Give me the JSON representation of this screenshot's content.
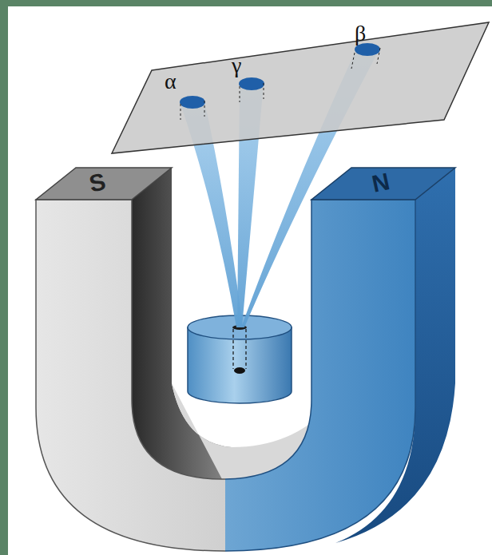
{
  "diagram": {
    "labels": [
      "α",
      "γ",
      "β",
      "S",
      "N"
    ]
  }
}
